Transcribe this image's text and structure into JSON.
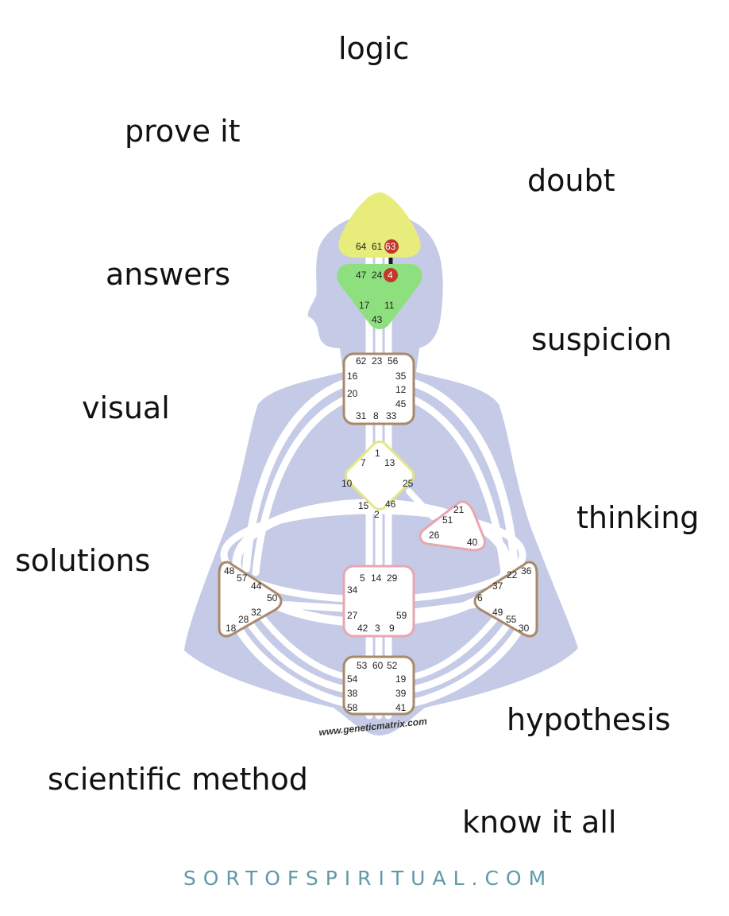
{
  "words": {
    "logic": "logic",
    "prove_it": "prove it",
    "doubt": "doubt",
    "answers": "answers",
    "suspicion": "suspicion",
    "visual": "visual",
    "thinking": "thinking",
    "solutions": "solutions",
    "hypothesis": "hypothesis",
    "scientific_method": "scientific method",
    "know_it_all": "know it all"
  },
  "footer": "SORTOFSPIRITUAL.COM",
  "watermark": "www.geneticmatrix.com",
  "colors": {
    "silhouette": "#c5cae7",
    "head_center": "#e8ec7a",
    "ajna_center": "#8ee07e",
    "active_gate": "#c0392b",
    "active_channel": "#1a1a1a",
    "center_border_brown": "#a8896a",
    "center_border_pink": "#e7a7b2",
    "center_border_yellow": "#e3e78a",
    "footer_text": "#5f9aa7"
  },
  "centers": {
    "head": {
      "gates": [
        "64",
        "61",
        "63"
      ],
      "active_gates": [
        "63"
      ]
    },
    "ajna": {
      "gates": [
        "47",
        "24",
        "4",
        "17",
        "11",
        "43"
      ],
      "active_gates": [
        "4"
      ]
    },
    "throat": {
      "gates": [
        "62",
        "23",
        "56",
        "16",
        "35",
        "20",
        "12",
        "45",
        "31",
        "8",
        "33"
      ]
    },
    "g": {
      "gates": [
        "1",
        "7",
        "13",
        "10",
        "25",
        "15",
        "46",
        "2"
      ]
    },
    "heart": {
      "gates": [
        "21",
        "51",
        "26",
        "40"
      ]
    },
    "spleen": {
      "gates": [
        "48",
        "57",
        "44",
        "50",
        "32",
        "28",
        "18"
      ]
    },
    "sacral": {
      "gates": [
        "5",
        "14",
        "29",
        "34",
        "27",
        "59",
        "42",
        "3",
        "9"
      ]
    },
    "solar_plexus": {
      "gates": [
        "36",
        "22",
        "37",
        "6",
        "49",
        "55",
        "30"
      ]
    },
    "root": {
      "gates": [
        "53",
        "60",
        "52",
        "54",
        "19",
        "38",
        "39",
        "58",
        "41"
      ]
    }
  },
  "active_channels": [
    [
      "63",
      "4"
    ]
  ]
}
